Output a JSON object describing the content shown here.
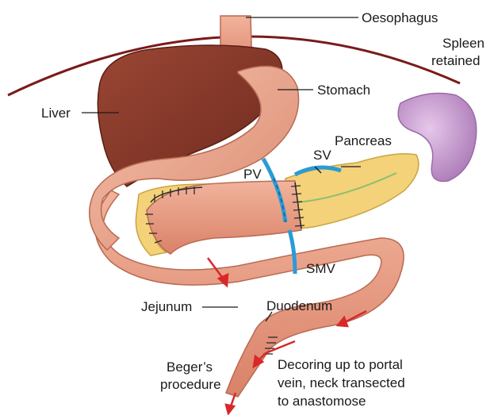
{
  "labels": {
    "oesophagus": "Oesophagus",
    "spleen_line1": "Spleen",
    "spleen_line2": "retained",
    "stomach": "Stomach",
    "liver": "Liver",
    "pancreas": "Pancreas",
    "sv": "SV",
    "pv": "PV",
    "smv": "SMV",
    "jejunum": "Jejunum",
    "duodenum": "Duodenum",
    "procedure_line1": "Beger’s",
    "procedure_line2": "procedure",
    "note_line1": "Decoring up to portal",
    "note_line2": "vein, neck transected",
    "note_line3": "to anastomose"
  },
  "colors": {
    "liver": "#8b3a2a",
    "bowel": "#e59a80",
    "pancreas": "#f3d27a",
    "vessel": "#2a9bd6",
    "spleen": "#c79ad0",
    "arrow": "#d8282a",
    "diaphragm": "#7a1a1a",
    "suture": "#2b2b2b"
  }
}
